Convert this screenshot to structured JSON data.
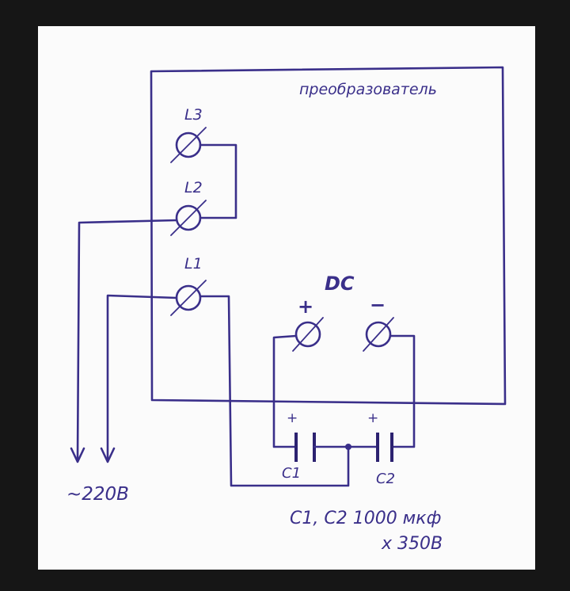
{
  "converter_label": "преобразователь",
  "terminals": {
    "l3": "L3",
    "l2": "L2",
    "l1": "L1"
  },
  "dc": {
    "label": "DC",
    "plus": "+",
    "minus": "−"
  },
  "capacitors": {
    "c1_label": "C1",
    "c2_label": "C2",
    "c1_plus": "+",
    "c2_plus": "+"
  },
  "mains_label": "~220B",
  "spec": {
    "line1": "C1, C2  1000 мкф",
    "line2": "x 350B"
  },
  "colors": {
    "ink": "#3a2f8a",
    "paper": "#fbfbfb",
    "frame": "#161616"
  }
}
